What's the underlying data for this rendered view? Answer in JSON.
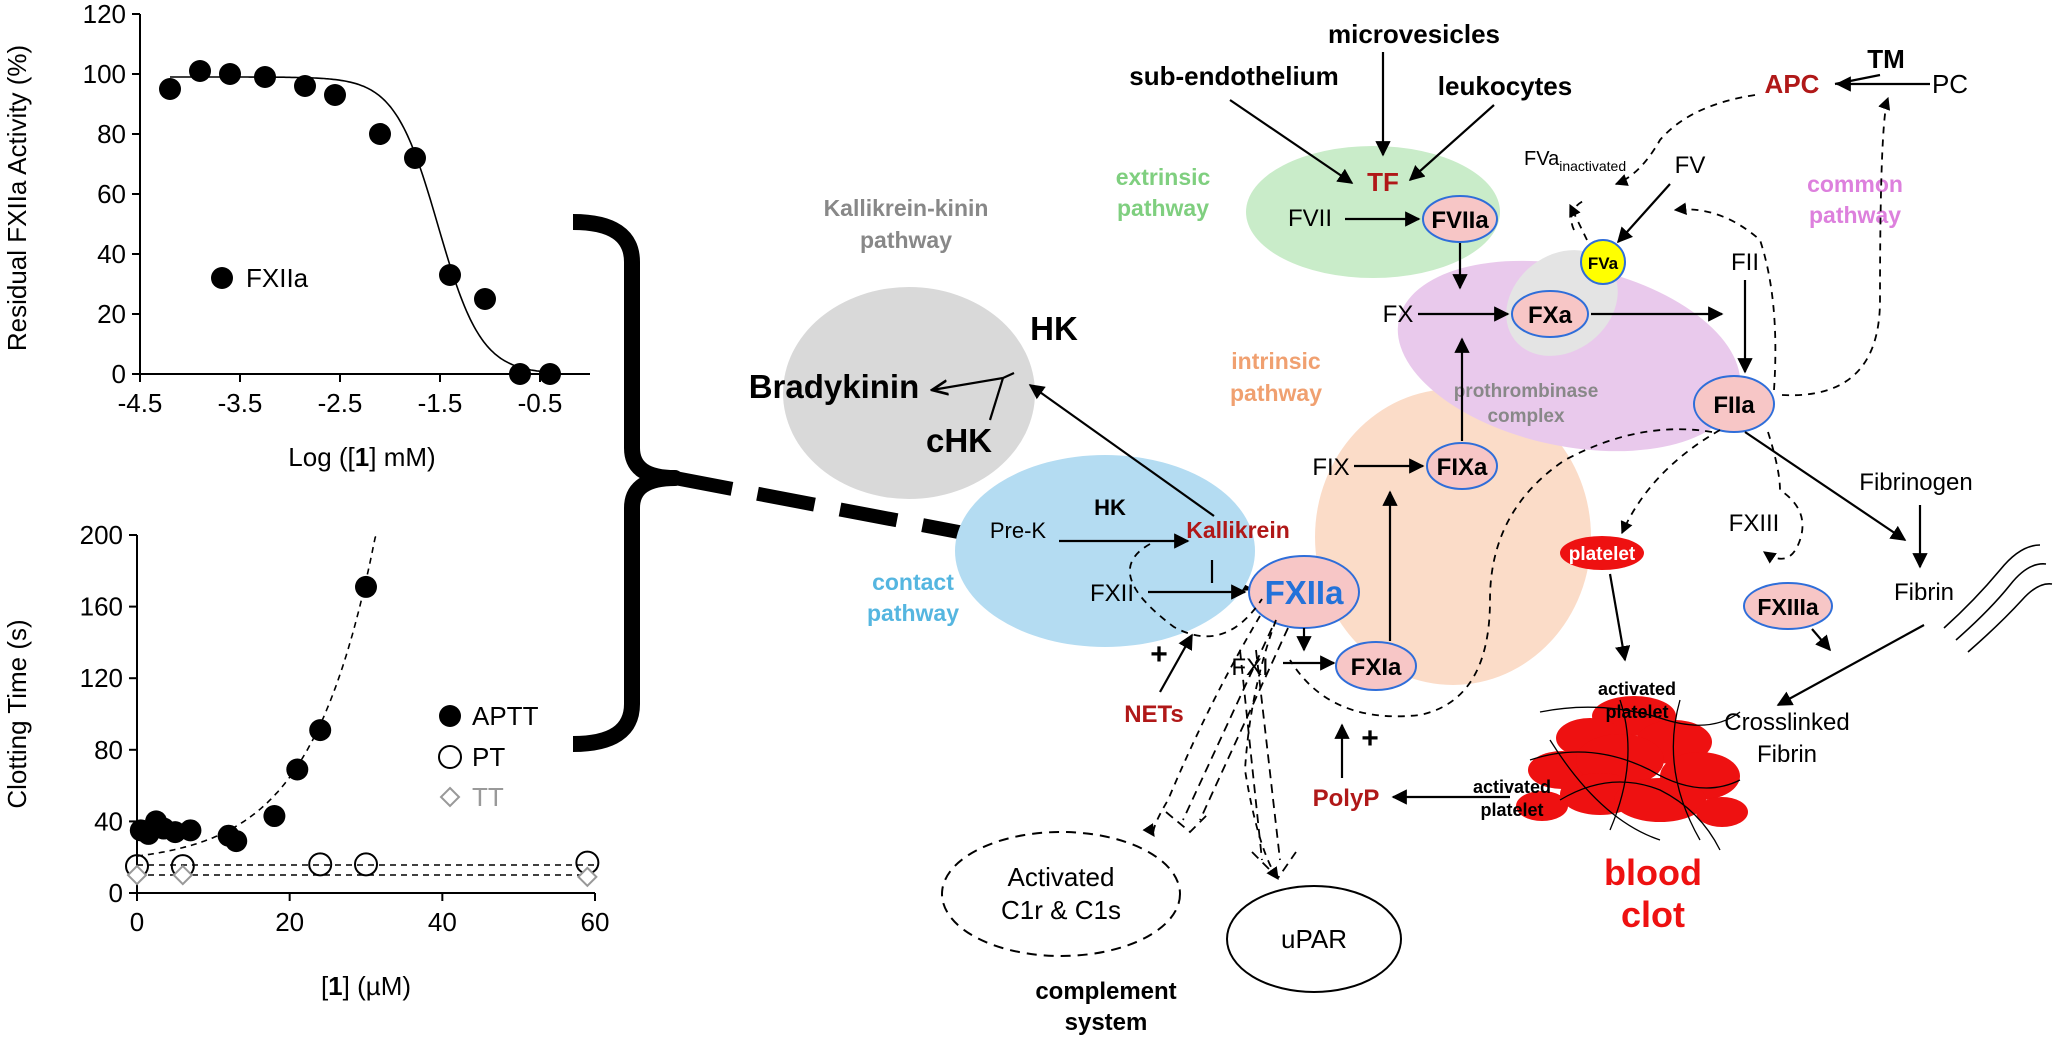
{
  "chart_data": [
    {
      "type": "scatter",
      "xlabel_prefix": "Log ([",
      "xlabel_bold": "1",
      "xlabel_suffix": "] mM)",
      "ylabel": "Residual FXIIa Activity (%)",
      "xlim": [
        -4.5,
        0
      ],
      "ylim": [
        0,
        120
      ],
      "x_ticks": [
        "-4.5",
        "-3.5",
        "-2.5",
        "-1.5",
        "-0.5"
      ],
      "y_ticks": [
        "0",
        "20",
        "40",
        "60",
        "80",
        "100",
        "120"
      ],
      "grid": false,
      "legend_position": "left",
      "series": [
        {
          "name": "FXIIa",
          "marker": "filled-circle",
          "color": "#000000",
          "points": [
            [
              -4.2,
              95
            ],
            [
              -3.9,
              101
            ],
            [
              -3.6,
              100
            ],
            [
              -3.25,
              99
            ],
            [
              -2.85,
              96
            ],
            [
              -2.55,
              93
            ],
            [
              -2.1,
              80
            ],
            [
              -1.75,
              72
            ],
            [
              -1.4,
              33
            ],
            [
              -1.05,
              25
            ],
            [
              -0.7,
              0
            ],
            [
              -0.4,
              0
            ]
          ]
        }
      ],
      "fit_curve": "sigmoid dose-response (solid)"
    },
    {
      "type": "scatter",
      "xlabel_prefix": "[",
      "xlabel_bold": "1",
      "xlabel_suffix": "] (µM)",
      "ylabel": "Clotting Time (s)",
      "xlim": [
        0,
        60
      ],
      "ylim": [
        0,
        200
      ],
      "x_ticks": [
        "0",
        "20",
        "40",
        "60"
      ],
      "y_ticks": [
        "0",
        "40",
        "80",
        "120",
        "160",
        "200"
      ],
      "grid": false,
      "legend_position": "right",
      "series": [
        {
          "name": "APTT",
          "marker": "filled-circle",
          "color": "#000000",
          "points": [
            [
              0.5,
              35
            ],
            [
              1.5,
              33
            ],
            [
              2.5,
              40
            ],
            [
              3.5,
              36
            ],
            [
              5,
              34
            ],
            [
              7,
              35
            ],
            [
              12,
              32
            ],
            [
              13,
              29
            ],
            [
              18,
              43
            ],
            [
              21,
              69
            ],
            [
              24,
              91
            ],
            [
              30,
              171
            ]
          ]
        },
        {
          "name": "PT",
          "marker": "open-circle",
          "color": "#000000",
          "points": [
            [
              0,
              15
            ],
            [
              6,
              15
            ],
            [
              24,
              16
            ],
            [
              30,
              16
            ],
            [
              59,
              17
            ]
          ]
        },
        {
          "name": "TT",
          "marker": "open-diamond",
          "color": "#999999",
          "points": [
            [
              0,
              10
            ],
            [
              6,
              10
            ],
            [
              59,
              9
            ]
          ]
        }
      ],
      "fit_curve": "exponential (dashed)"
    }
  ],
  "diagram": {
    "pathways": {
      "kallikrein": [
        "Kallikrein-kinin",
        "pathway"
      ],
      "extrinsic": [
        "extrinsic",
        "pathway"
      ],
      "common": [
        "common",
        "pathway"
      ],
      "intrinsic": [
        "intrinsic",
        "pathway"
      ],
      "contact": [
        "contact",
        "pathway"
      ]
    },
    "prothrombinase": [
      "prothrombinase",
      "complex"
    ],
    "complement": [
      "complement",
      "system"
    ],
    "nodes": {
      "microvesicles": "microvesicles",
      "sub_endothelium": "sub-endothelium",
      "leukocytes": "leukocytes",
      "tf": "TF",
      "fvii": "FVII",
      "fviia": "FVIIa",
      "fva_inact_main": "FVa",
      "fva_inact_sub": "inactivated",
      "fv": "FV",
      "fva": "FVa",
      "apc": "APC",
      "tm": "TM",
      "pc": "PC",
      "fii": "FII",
      "fx": "FX",
      "fxa": "FXa",
      "fiia": "FIIa",
      "hk_top": "HK",
      "bradykinin": "Bradykinin",
      "chk": "cHK",
      "fix": "FIX",
      "fixa": "FIXa",
      "prek": "Pre-K",
      "hk_small": "HK",
      "kallikrein": "Kallikrein",
      "fxii": "FXII",
      "fxiia": "FXIIa",
      "fxi": "FXI",
      "fxia": "FXIa",
      "platelet": "platelet",
      "fxiii": "FXIII",
      "fxiiia": "FXIIIa",
      "fibrinogen": "Fibrinogen",
      "fibrin": "Fibrin",
      "crosslinked": [
        "Crosslinked",
        "Fibrin"
      ],
      "nets": "NETs",
      "plus1": "+",
      "plus2": "+",
      "polyp": "PolyP",
      "activated_platelet_1": [
        "activated",
        "platelet"
      ],
      "activated_platelet_2": [
        "activated",
        "platelet"
      ],
      "blood_clot": [
        "blood",
        "clot"
      ],
      "c1": [
        "Activated",
        "C1r & C1s"
      ],
      "upar": "uPAR"
    }
  },
  "colors": {
    "gray_ellipse": "#d9d9d9",
    "green_ellipse": "#c9ecc9",
    "pink_ellipse": "#e9c9ec",
    "peach_ellipse": "#fbdcc8",
    "blue_ellipse": "#b4dcf2",
    "factor_fill": "#f7c6c6",
    "factor_border": "#2f6ed9",
    "dark_red": "#b01818",
    "bright_red": "#ee1111",
    "fxiia_blue": "#2472d9",
    "fva_yellow": "#ffff00",
    "green_text": "#7fcf7f",
    "pink_text": "#dd80dd",
    "peach_text": "#f0a070",
    "blue_text": "#55b6e0",
    "gray_text": "#888888"
  }
}
